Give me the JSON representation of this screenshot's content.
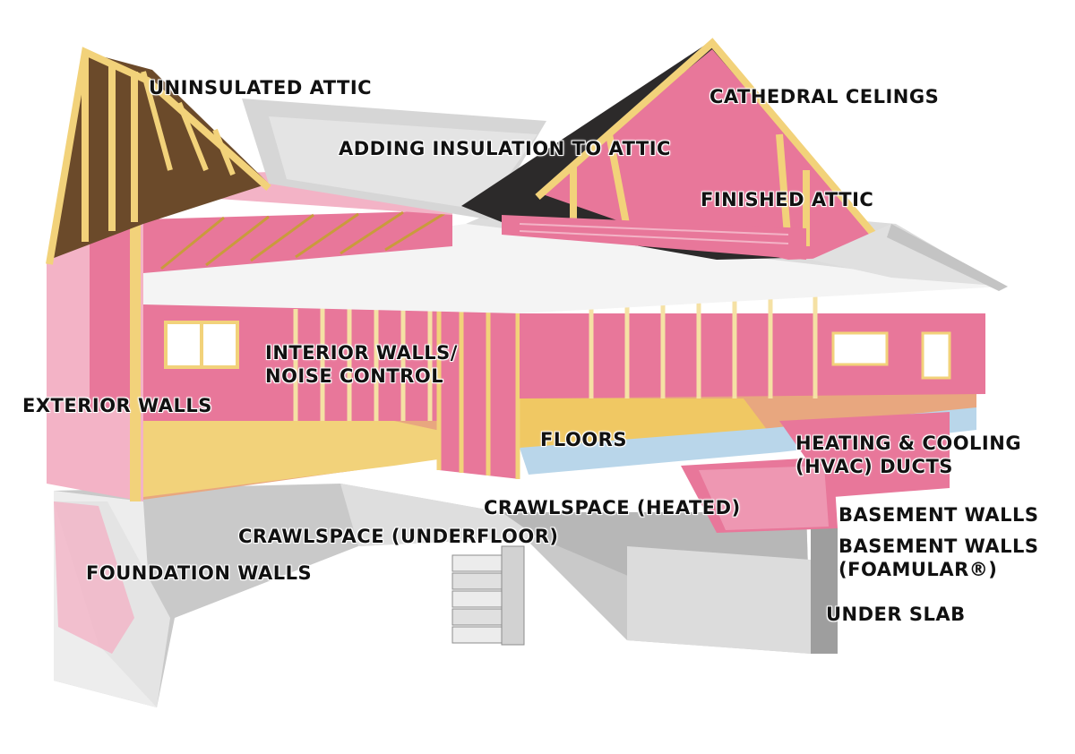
{
  "labels": {
    "uninsulated_attic": "UNINSULATED ATTIC",
    "cathedral_ceilings": "CATHEDRAL CELINGS",
    "adding_insulation_attic": "ADDING INSULATION TO ATTIC",
    "finished_attic": "FINISHED ATTIC",
    "interior_walls_line1": "INTERIOR WALLS/",
    "interior_walls_line2": "NOISE CONTROL",
    "exterior_walls": "EXTERIOR WALLS",
    "floors": "FLOORS",
    "hvac_line1": "HEATING & COOLING",
    "hvac_line2": "(HVAC) DUCTS",
    "crawlspace_heated": "CRAWLSPACE (HEATED)",
    "crawlspace_underfloor": "CRAWLSPACE (UNDERFLOOR)",
    "basement_walls": "BASEMENT WALLS",
    "basement_foamular_line1": "BASEMENT WALLS",
    "basement_foamular_line2": "(FOAMULAR®)",
    "foundation_walls": "FOUNDATION WALLS",
    "under_slab": "UNDER SLAB"
  },
  "colors": {
    "insulation_pink": "#e8779a",
    "insulation_light": "#f3b3c6",
    "lumber": "#f2d27a",
    "lumber_dark": "#c99b3c",
    "roof_gray": "#d6d6d6",
    "roof_dark": "#2c2a2a",
    "concrete": "#c9c9c9",
    "concrete_dark": "#9e9e9e",
    "duct_blue": "#b9d6ea"
  }
}
